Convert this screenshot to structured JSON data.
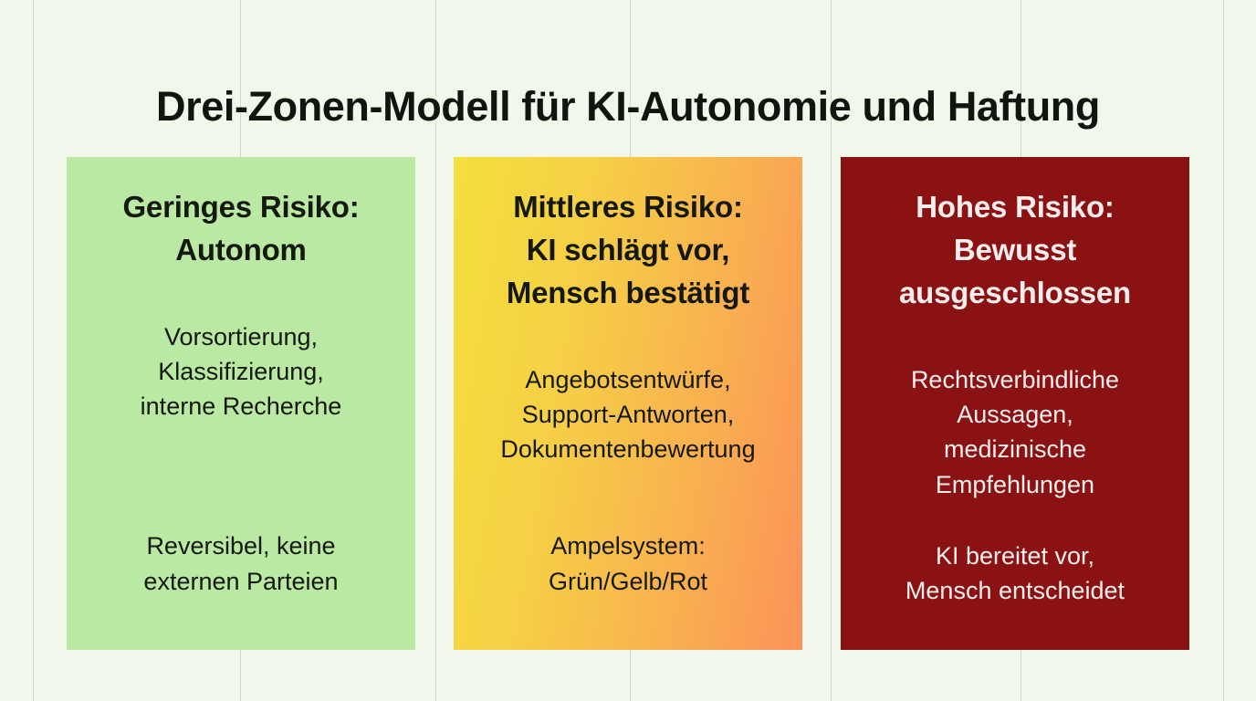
{
  "slide": {
    "title": "Drei-Zonen-Modell für KI-Autonomie und Haftung",
    "background_color": "#F2F7EC",
    "gridline_color": "#CCD4C6",
    "gridline_positions": [
      36,
      263,
      477,
      690,
      910,
      1118,
      1340
    ]
  },
  "zones": [
    {
      "id": "low-risk",
      "title": "Geringes Risiko:\nAutonom",
      "body": "Vorsortierung,\nKlassifizierung,\ninterne Recherche",
      "footer": "Reversibel, keine\nexternen Parteien",
      "fill": "#B9E9A3",
      "text_color": "#14180F"
    },
    {
      "id": "medium-risk",
      "title": "Mittleres Risiko:\nKI schlägt vor,\nMensch bestätigt",
      "body": "Angebotsentwürfe,\nSupport-Antworten,\nDokumentenbewertung",
      "footer": "Ampelsystem:\nGrün/Gelb/Rot",
      "fill_start": "#F3DF3C",
      "fill_end": "#FB9259",
      "text_color": "#14180F"
    },
    {
      "id": "high-risk",
      "title": "Hohes Risiko:\nBewusst\nausgeschlossen",
      "body": "Rechtsverbindliche\nAussagen,\nmedizinische\nEmpfehlungen",
      "footer": "KI bereitet vor,\nMensch entscheidet",
      "fill": "#8A1212",
      "text_color": "#F6EEEE"
    }
  ]
}
